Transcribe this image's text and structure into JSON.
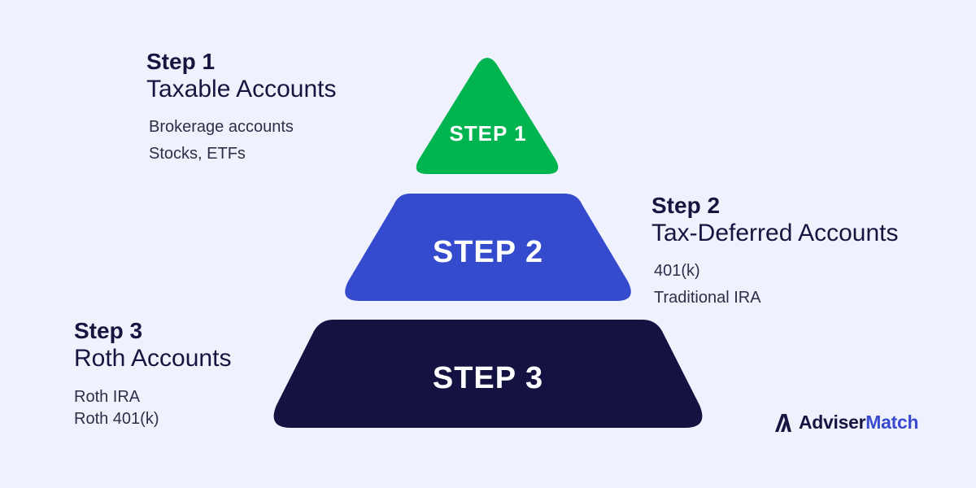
{
  "colors": {
    "step1": "#00b450",
    "step2": "#344bcd",
    "step3": "#141240",
    "background": "#eff2fd",
    "text": "#151540",
    "logo_accent": "#3a4bd0"
  },
  "pyramid": {
    "tiers": [
      {
        "label": "STEP 1"
      },
      {
        "label": "STEP 2"
      },
      {
        "label": "STEP 3"
      }
    ]
  },
  "steps": [
    {
      "heading": "Step 1",
      "title": "Taxable Accounts",
      "items": [
        "Brokerage accounts",
        "Stocks, ETFs"
      ]
    },
    {
      "heading": "Step 2",
      "title": "Tax-Deferred Accounts",
      "items": [
        "401(k)",
        "Traditional IRA"
      ]
    },
    {
      "heading": "Step 3",
      "title": "Roth Accounts",
      "items": [
        "Roth IRA",
        "Roth 401(k)"
      ]
    }
  ],
  "logo": {
    "icon": "adviser-match-logo-icon",
    "brand_part1": "Adviser",
    "brand_part2": "Match"
  }
}
